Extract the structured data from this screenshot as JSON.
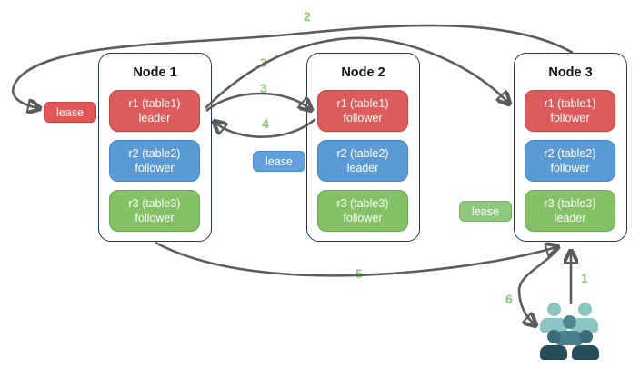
{
  "diagram": {
    "description": "Three-node replicated tables with leader leases and numbered request flow",
    "nodes": [
      {
        "title": "Node 1",
        "replicas": [
          {
            "name": "r1 (table1)",
            "role": "leader"
          },
          {
            "name": "r2 (table2)",
            "role": "follower"
          },
          {
            "name": "r3 (table3)",
            "role": "follower"
          }
        ]
      },
      {
        "title": "Node 2",
        "replicas": [
          {
            "name": "r1 (table1)",
            "role": "follower"
          },
          {
            "name": "r2 (table2)",
            "role": "leader"
          },
          {
            "name": "r3 (table3)",
            "role": "follower"
          }
        ]
      },
      {
        "title": "Node 3",
        "replicas": [
          {
            "name": "r1 (table1)",
            "role": "follower"
          },
          {
            "name": "r2 (table2)",
            "role": "follower"
          },
          {
            "name": "r3 (table3)",
            "role": "leader"
          }
        ]
      }
    ],
    "leases": {
      "table1": "lease",
      "table2": "lease",
      "table3": "lease"
    },
    "steps": {
      "s1": "1",
      "s2": "2",
      "s3a": "3",
      "s3b": "3",
      "s4": "4",
      "s5": "5",
      "s6": "6"
    },
    "icons": {
      "users": "users-group-icon"
    },
    "colors": {
      "replica_red": "#dc5b5b",
      "replica_red_border": "#c64444",
      "replica_blue": "#5b9bd5",
      "replica_blue_border": "#4384c4",
      "replica_green": "#84c066",
      "replica_green_border": "#68a64d",
      "lease_red": "#e15757",
      "lease_blue": "#61a0da",
      "lease_green": "#8fc97e",
      "node_border": "#24365e",
      "arrow_gray": "#5c5c5c",
      "step_label_green": "#8cc878",
      "users_light_teal": "#8ac5c2",
      "users_medium_teal": "#4f8591",
      "users_dark_navy": "#294c5b"
    }
  }
}
